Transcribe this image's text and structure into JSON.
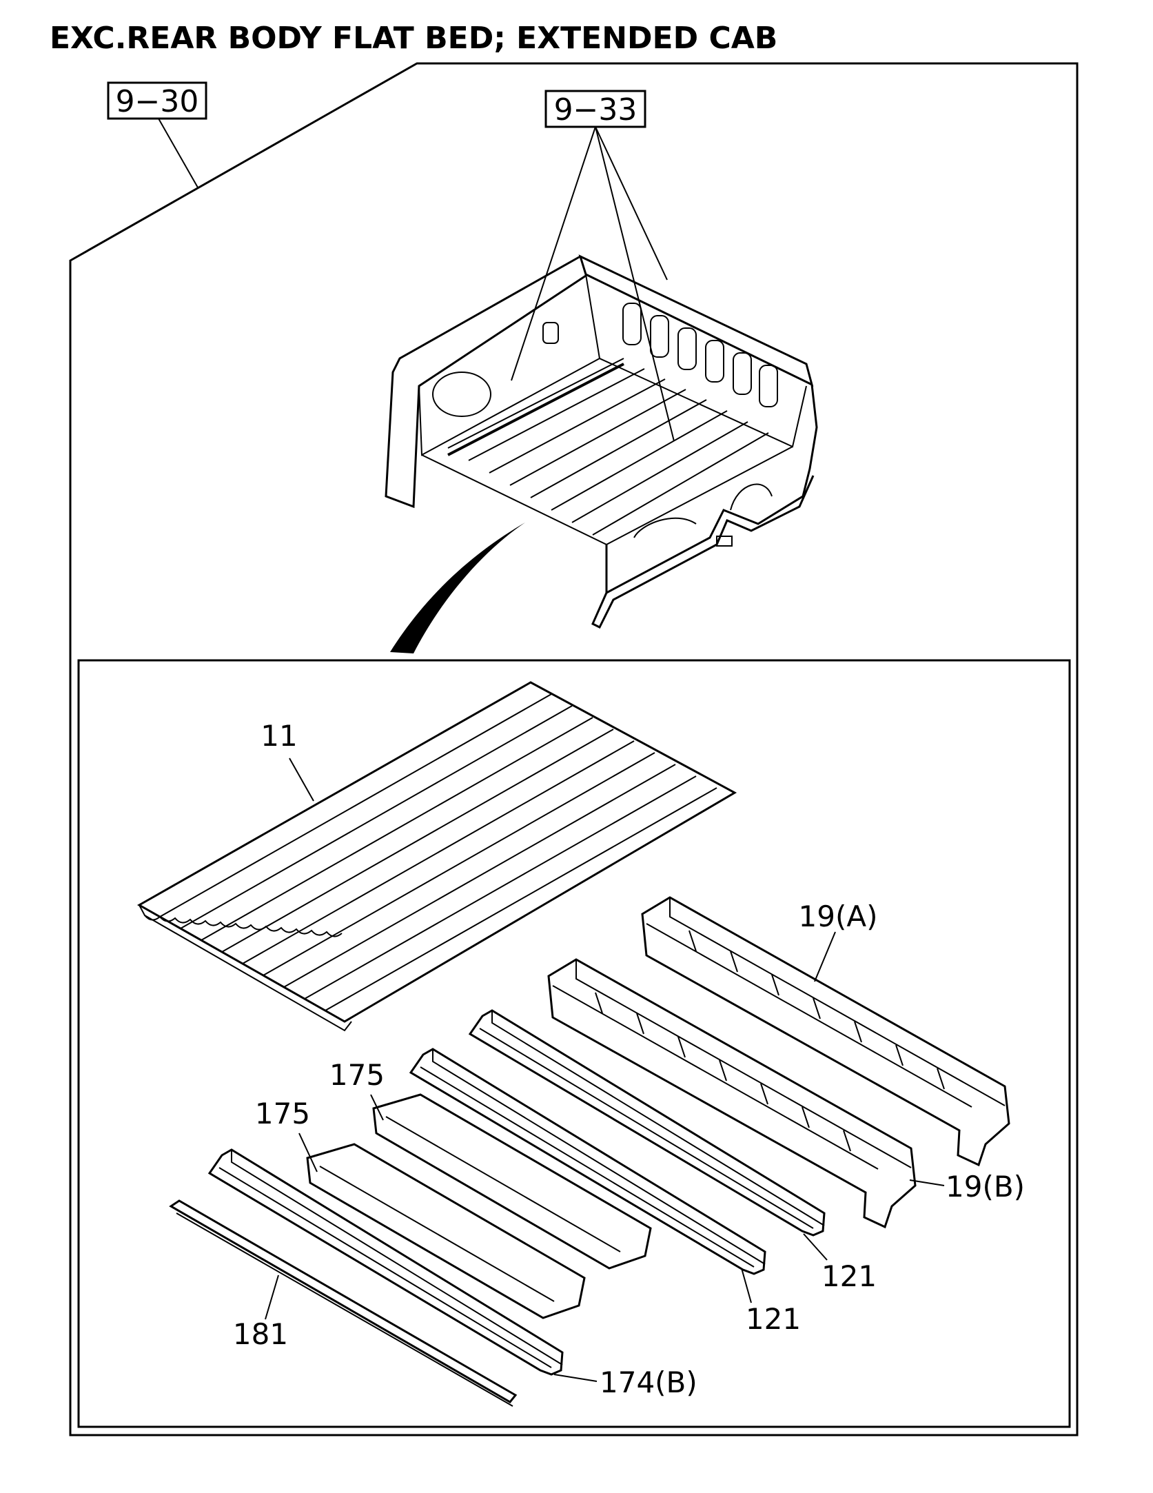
{
  "title": "EXC.REAR BODY FLAT BED; EXTENDED CAB",
  "refs": [
    {
      "id": "ref-9-30",
      "text": "9−30"
    },
    {
      "id": "ref-9-33",
      "text": "9−33"
    }
  ],
  "callouts": [
    {
      "id": "part-11",
      "text": "11"
    },
    {
      "id": "part-19a",
      "text": "19(A)"
    },
    {
      "id": "part-19b",
      "text": "19(B)"
    },
    {
      "id": "part-175-upper",
      "text": "175"
    },
    {
      "id": "part-175-lower",
      "text": "175"
    },
    {
      "id": "part-121-right",
      "text": "121"
    },
    {
      "id": "part-121-left",
      "text": "121"
    },
    {
      "id": "part-181",
      "text": "181"
    },
    {
      "id": "part-174b",
      "text": "174(B)"
    }
  ],
  "colors": {
    "ink": "#000000",
    "paper": "#ffffff"
  }
}
